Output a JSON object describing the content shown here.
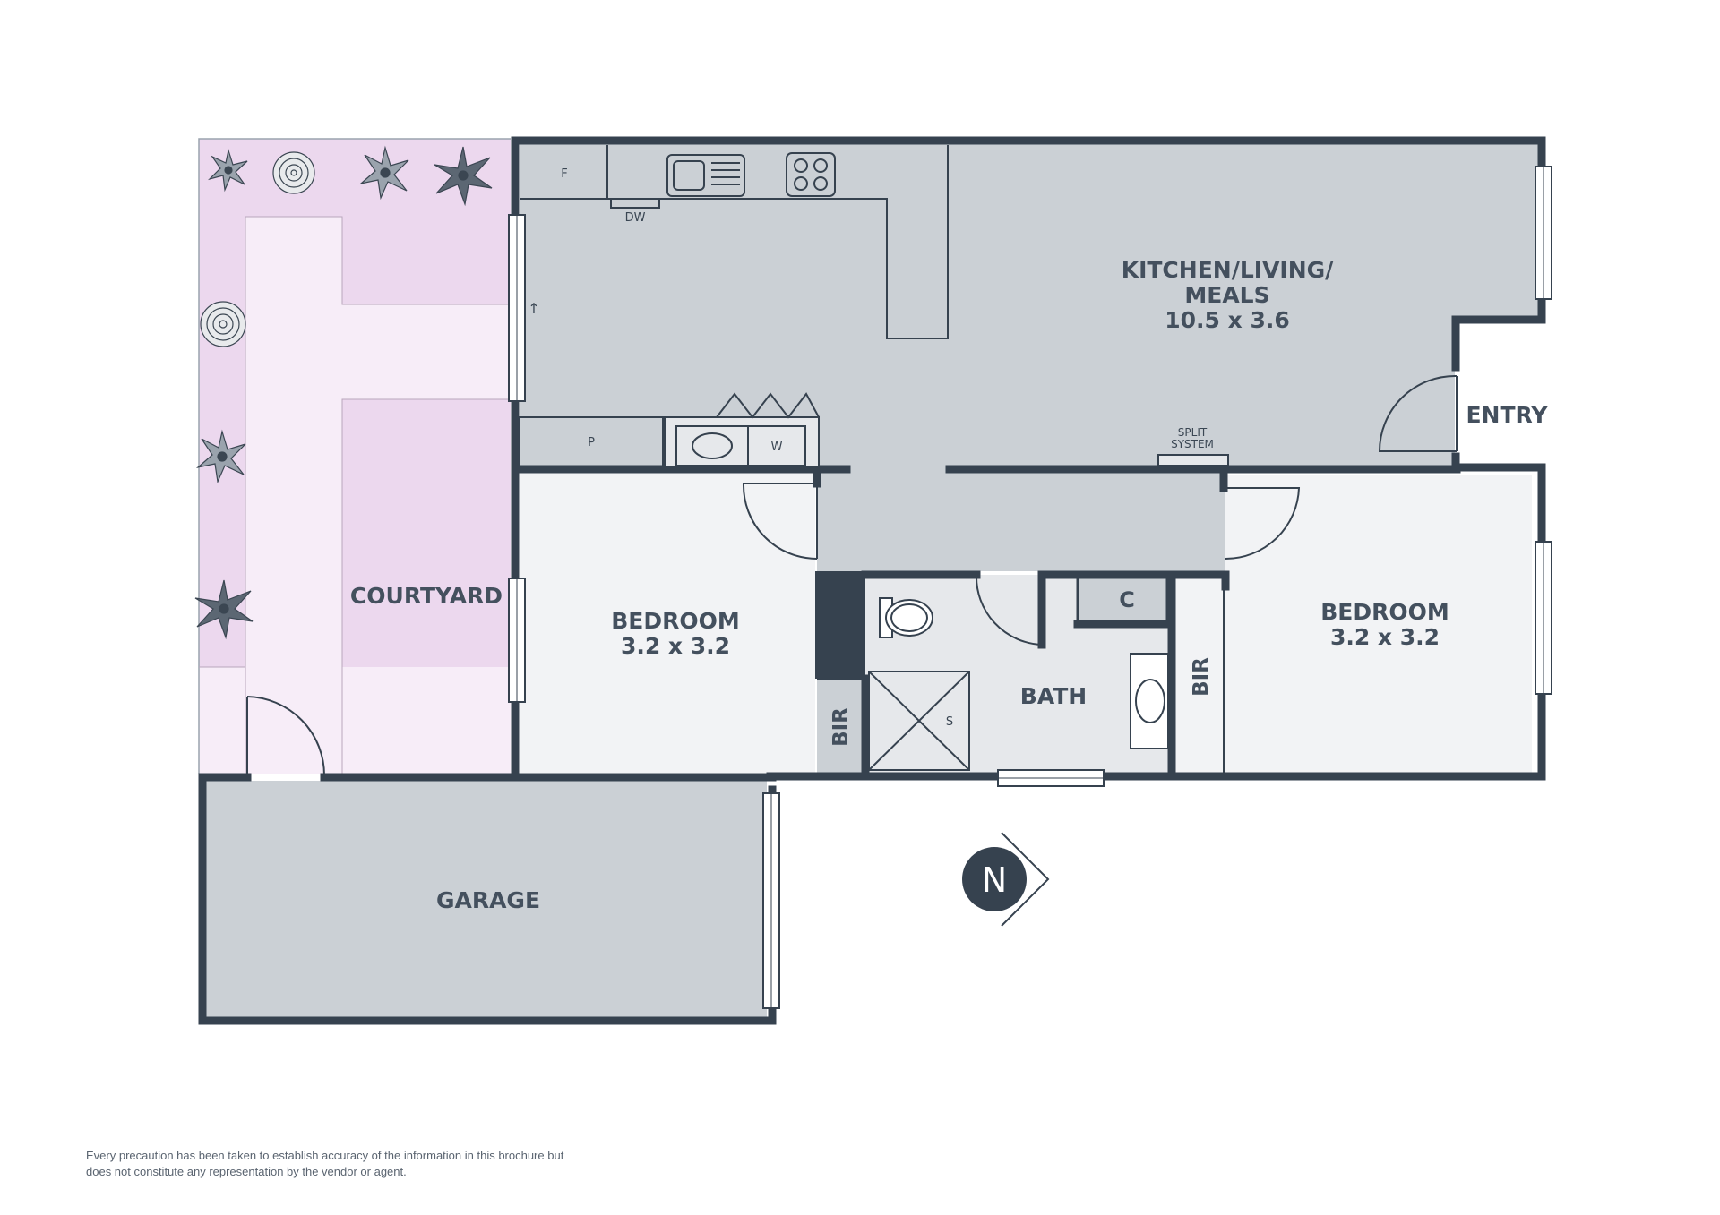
{
  "colors": {
    "wall": "#36424f",
    "room_fill": "#cbd0d5",
    "bedroom_fill": "#f2f3f5",
    "bath_fill": "#e6e8eb",
    "courtyard_fill": "#ecd8ee",
    "path_fill": "#f7edf8",
    "label": "#44505e"
  },
  "rooms": {
    "kitchen": {
      "name_line1": "KITCHEN/LIVING/",
      "name_line2": "MEALS",
      "dims": "10.5 x 3.6"
    },
    "bedroom_left": {
      "name": "BEDROOM",
      "dims": "3.2 x 3.2"
    },
    "bedroom_right": {
      "name": "BEDROOM",
      "dims": "3.2 x 3.2"
    },
    "bath": {
      "name": "BATH"
    },
    "courtyard": {
      "name": "COURTYARD"
    },
    "garage": {
      "name": "GARAGE"
    },
    "entry": {
      "name": "ENTRY"
    },
    "bir_left": {
      "name": "BIR"
    },
    "bir_right": {
      "name": "BIR"
    },
    "cupboard": {
      "name": "C"
    }
  },
  "fixtures": {
    "fridge": "F",
    "dishwasher": "DW",
    "pantry": "P",
    "washer": "W",
    "shower": "S",
    "split_line1": "SPLIT",
    "split_line2": "SYSTEM"
  },
  "compass": {
    "letter": "N"
  },
  "disclaimer": "Every precaution has been taken to establish accuracy of the information in this brochure but does not constitute any representation by the vendor or agent."
}
